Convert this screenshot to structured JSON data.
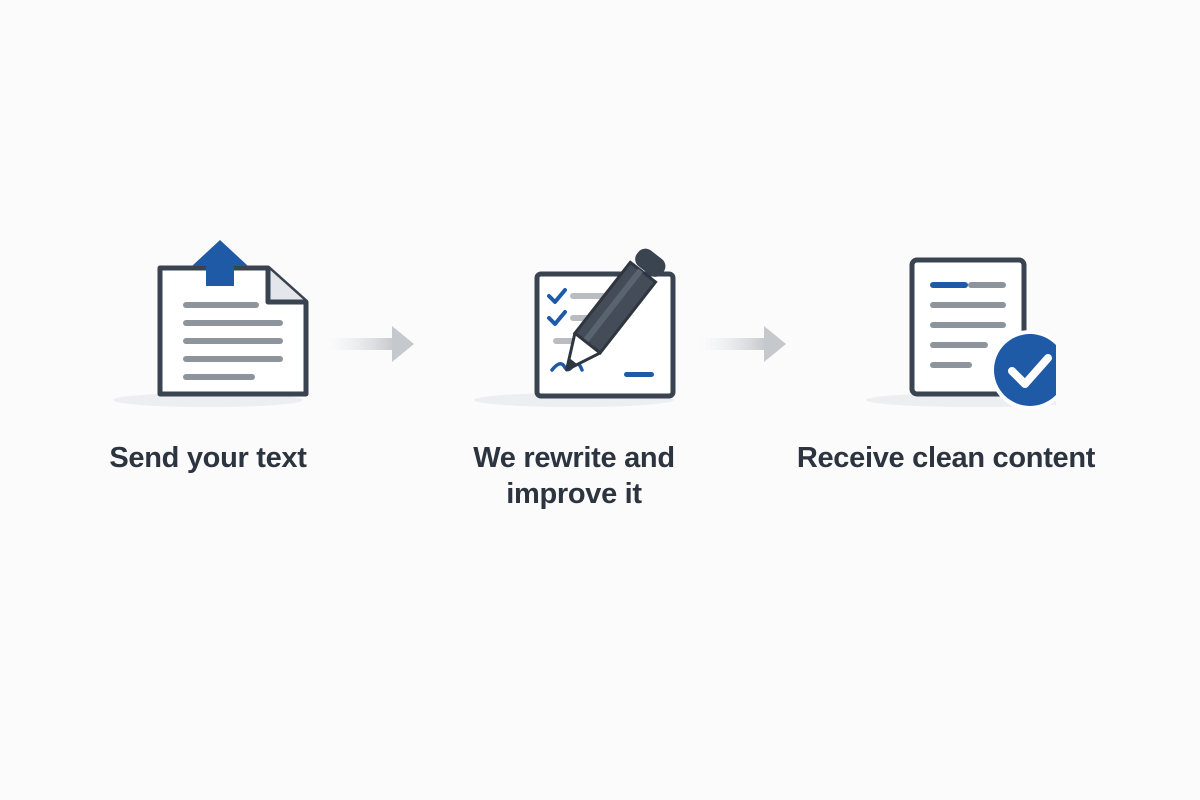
{
  "steps": [
    {
      "label": "Send your text",
      "icon": "document-upload-icon"
    },
    {
      "label": "We rewrite and improve it",
      "icon": "checklist-pencil-icon"
    },
    {
      "label": "Receive clean content",
      "icon": "document-check-icon"
    }
  ],
  "colors": {
    "dark": "#3a4350",
    "line_gray": "#8e949c",
    "accent_blue": "#1f5aa6",
    "arrow_gray": "#c9cbce",
    "text": "#2c3440"
  }
}
